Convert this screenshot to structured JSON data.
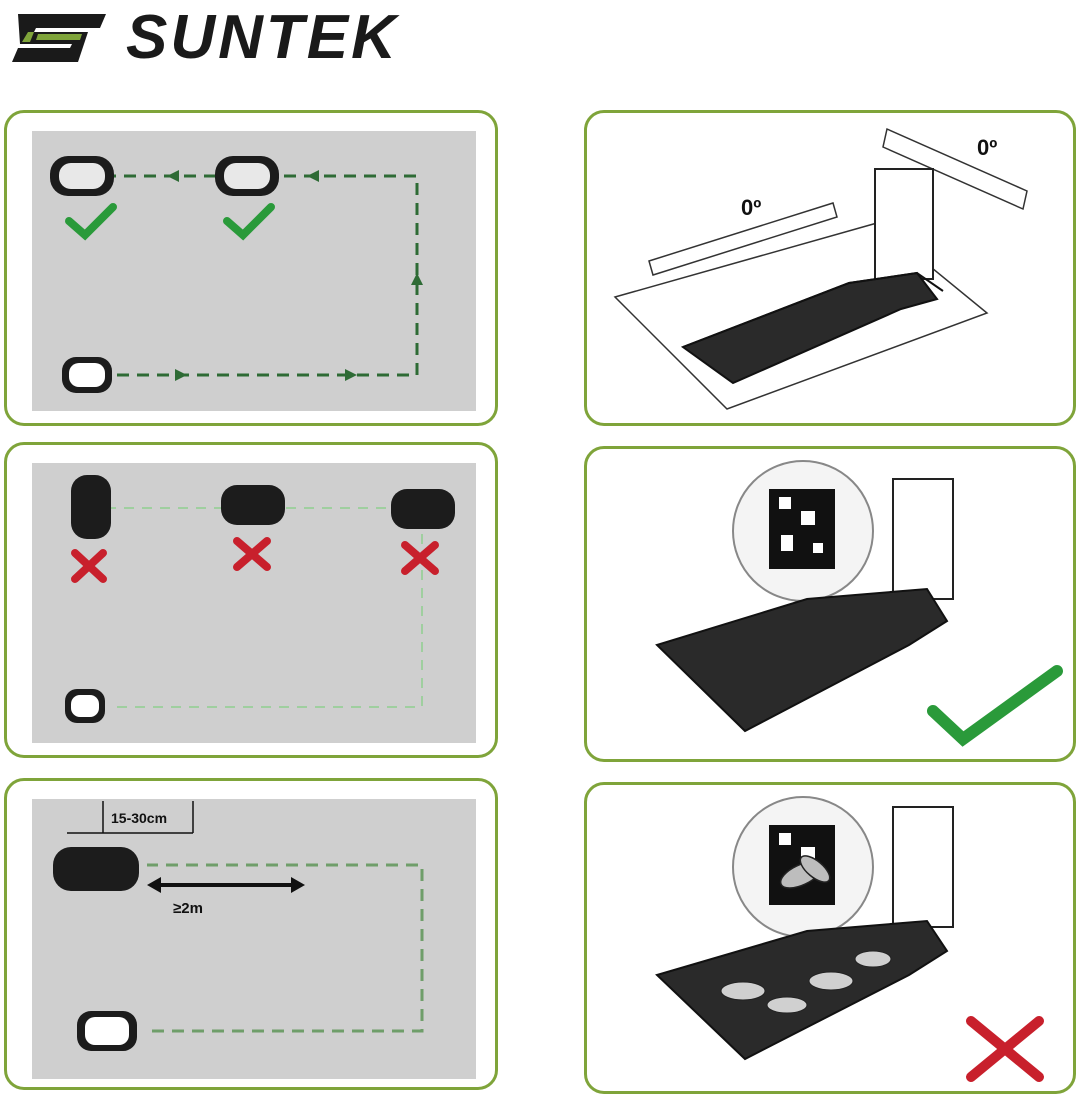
{
  "brand": {
    "name": "SUNTEK",
    "colors": {
      "accent": "#7fa43a",
      "check": "#2a9a3a",
      "cross": "#c8202c",
      "path": "#2e6b35"
    }
  },
  "panels": {
    "heading_correct": {
      "icons": [
        "check-icon",
        "check-icon"
      ]
    },
    "heading_wrong": {
      "icons": [
        "cross-icon",
        "cross-icon",
        "cross-icon"
      ]
    },
    "clearance": {
      "distance_label": "15-30cm",
      "spacing_label": "≥2m"
    },
    "level": {
      "angle_label_left": "0º",
      "angle_label_right": "0º"
    },
    "code_visible": {
      "result_icon": "check-icon"
    },
    "code_blocked": {
      "result_icon": "cross-icon"
    }
  }
}
